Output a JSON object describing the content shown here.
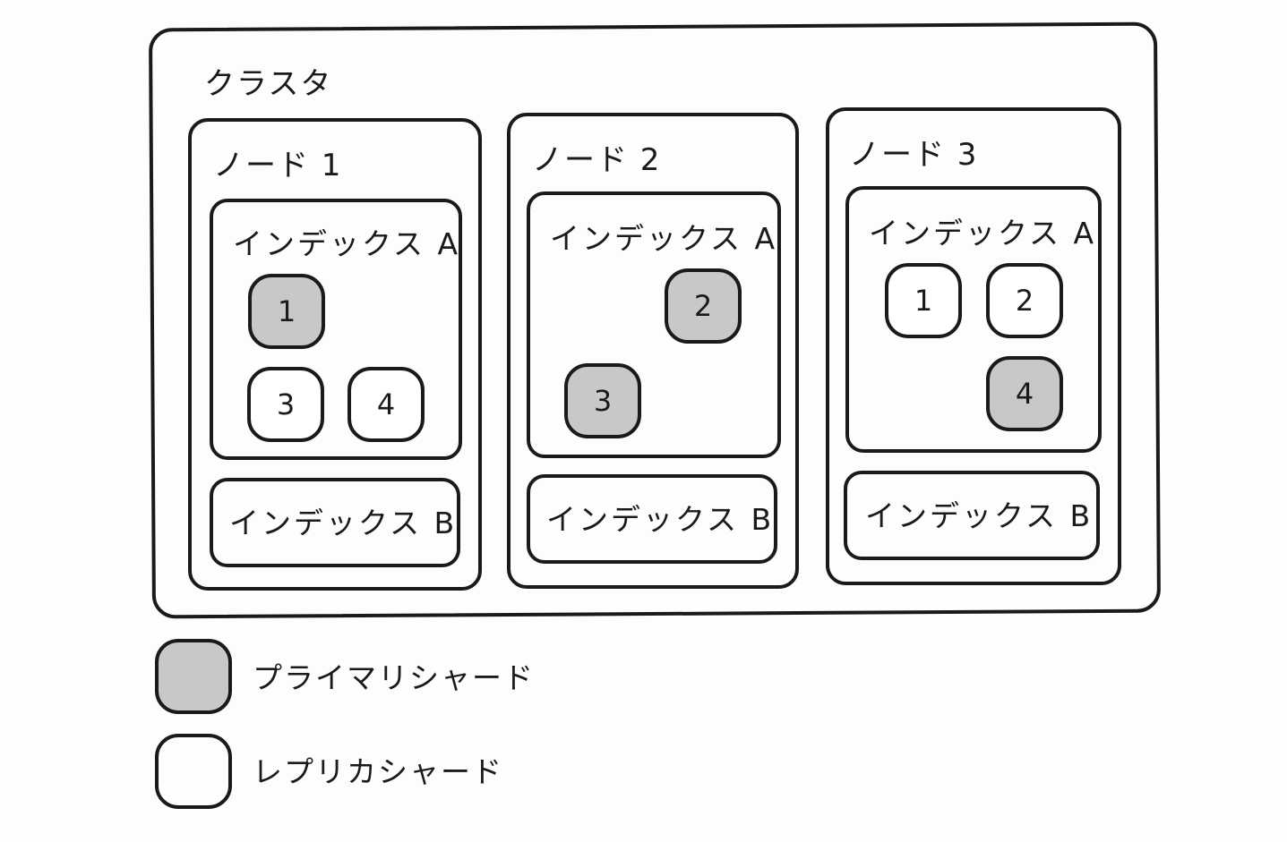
{
  "cluster": {
    "label": "クラスタ"
  },
  "nodes": [
    {
      "label": "ノード 1",
      "index_a": {
        "label": "インデックス A",
        "shards": [
          {
            "label": "1",
            "type": "primary"
          },
          {
            "label": "3",
            "type": "replica"
          },
          {
            "label": "4",
            "type": "replica"
          }
        ]
      },
      "index_b": {
        "label": "インデックス B"
      }
    },
    {
      "label": "ノード 2",
      "index_a": {
        "label": "インデックス A",
        "shards": [
          {
            "label": "2",
            "type": "primary"
          },
          {
            "label": "3",
            "type": "primary"
          }
        ]
      },
      "index_b": {
        "label": "インデックス B"
      }
    },
    {
      "label": "ノード 3",
      "index_a": {
        "label": "インデックス A",
        "shards": [
          {
            "label": "1",
            "type": "replica"
          },
          {
            "label": "2",
            "type": "replica"
          },
          {
            "label": "4",
            "type": "primary"
          }
        ]
      },
      "index_b": {
        "label": "インデックス B"
      }
    }
  ],
  "legend": {
    "primary": {
      "label": "プライマリシャード",
      "color": "#c9c8c6"
    },
    "replica": {
      "label": "レプリカシャード",
      "color": "#ffffff"
    }
  }
}
